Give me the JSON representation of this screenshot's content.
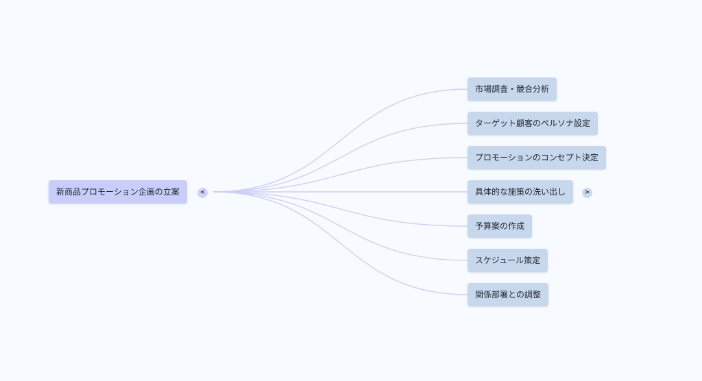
{
  "mindmap": {
    "root": {
      "label": "新商品プロモーション企画の立案",
      "toggle_icon": "<"
    },
    "children": [
      {
        "label": "市場調査・競合分析"
      },
      {
        "label": "ターゲット顧客のペルソナ設定"
      },
      {
        "label": "プロモーションのコンセプト決定"
      },
      {
        "label": "具体的な施策の洗い出し",
        "toggle_icon": ">"
      },
      {
        "label": "予算案の作成"
      },
      {
        "label": "スケジュール策定"
      },
      {
        "label": "関係部署との調整"
      }
    ]
  },
  "colors": {
    "background": "#f7fafe",
    "root_node": "#c9cdfa",
    "child_node": "#c8d8ec",
    "edge": "#cdd0f4"
  }
}
